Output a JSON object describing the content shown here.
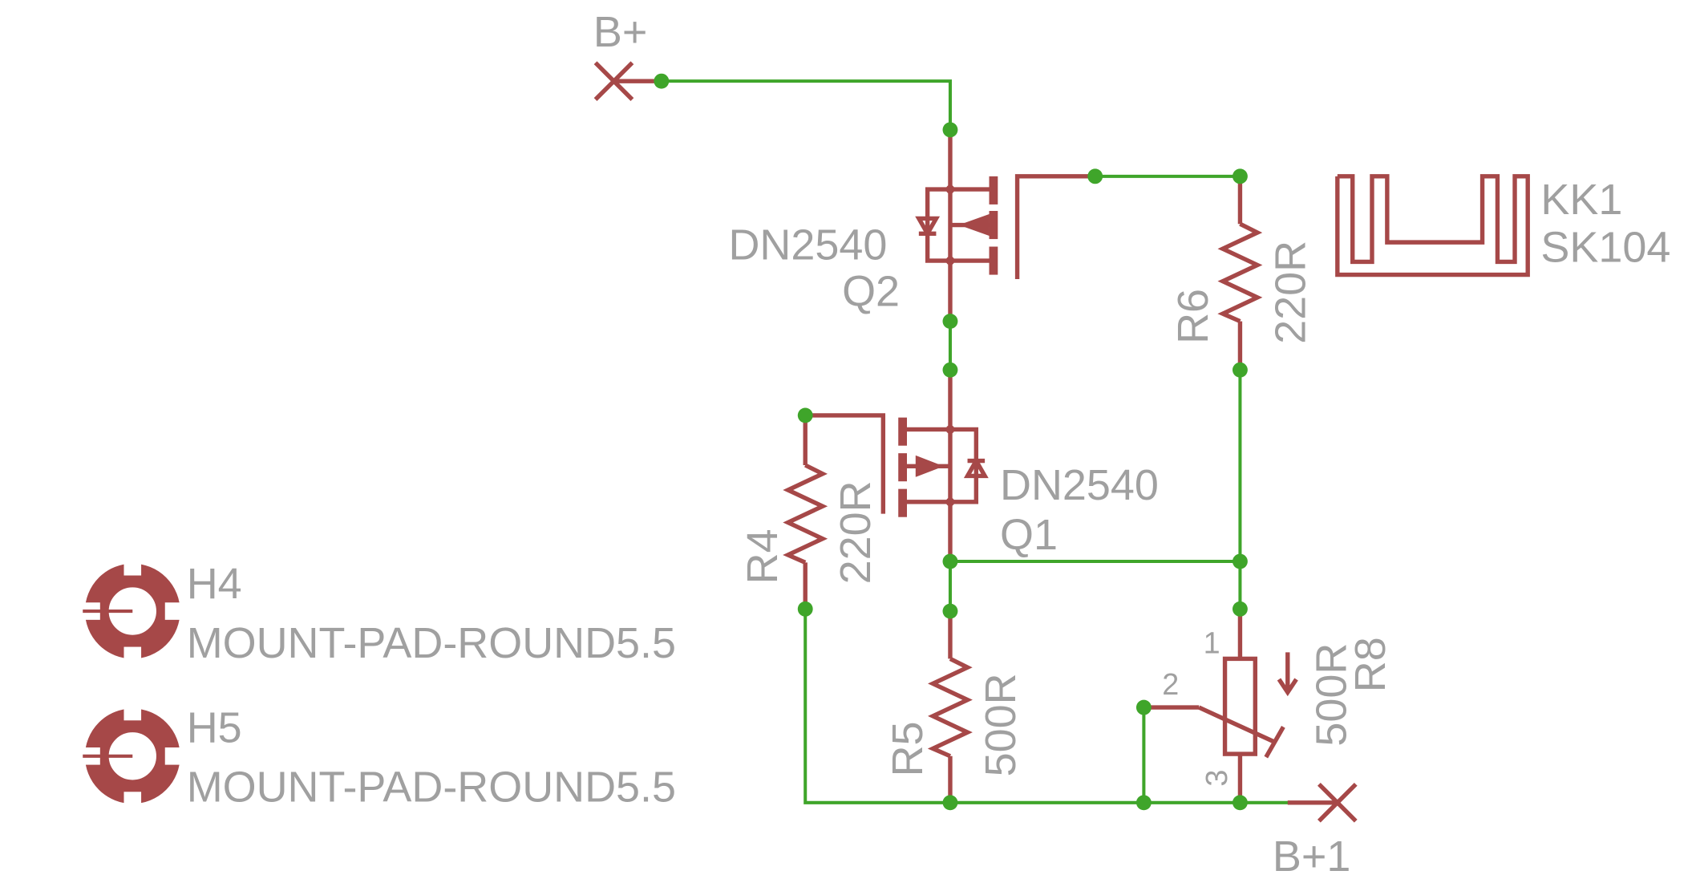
{
  "schematic": {
    "supplies": {
      "b_plus": "B+",
      "b_plus_1": "B+1"
    },
    "components": {
      "q2": {
        "name": "Q2",
        "value": "DN2540"
      },
      "q1": {
        "name": "Q1",
        "value": "DN2540"
      },
      "r6": {
        "name": "R6",
        "value": "220R"
      },
      "r4": {
        "name": "R4",
        "value": "220R"
      },
      "r5": {
        "name": "R5",
        "value": "500R"
      },
      "r8": {
        "name": "R8",
        "value": "500R",
        "pins": [
          "1",
          "2",
          "3"
        ]
      },
      "kk1": {
        "name": "KK1",
        "value": "SK104"
      },
      "h4": {
        "name": "H4",
        "value": "MOUNT-PAD-ROUND5.5"
      },
      "h5": {
        "name": "H5",
        "value": "MOUNT-PAD-ROUND5.5"
      }
    },
    "colors": {
      "wire": "#3fa52a",
      "symbol": "#a64848",
      "label": "#a0a0a0"
    }
  }
}
